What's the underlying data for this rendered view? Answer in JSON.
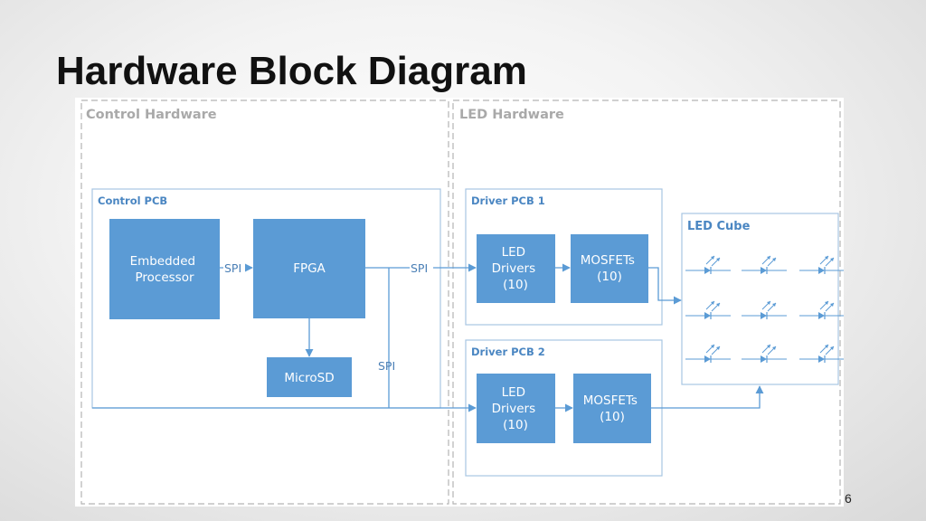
{
  "slide": {
    "title": "Hardware Block Diagram",
    "page_number": "6"
  },
  "diagram": {
    "regions": {
      "control": "Control Hardware",
      "led": "LED Hardware"
    },
    "control_pcb": {
      "label": "Control PCB",
      "embedded_processor": [
        "Embedded",
        "Processor"
      ],
      "fpga": "FPGA",
      "microsd": "MicroSD"
    },
    "driver_pcb_1": {
      "label": "Driver PCB 1",
      "led_drivers": [
        "LED",
        "Drivers",
        "(10)"
      ],
      "mosfets": [
        "MOSFETs",
        "(10)"
      ]
    },
    "driver_pcb_2": {
      "label": "Driver PCB 2",
      "led_drivers": [
        "LED",
        "Drivers",
        "(10)"
      ],
      "mosfets": [
        "MOSFETs",
        "(10)"
      ]
    },
    "led_cube": {
      "label": "LED Cube"
    },
    "connection_labels": {
      "proc_to_fpga": "SPI",
      "fpga_to_driver1": "SPI",
      "fpga_to_driver2": "SPI"
    },
    "colors": {
      "block_fill": "#5b9bd5",
      "pcb_frame": "#a8c6e2",
      "region_border": "#b5b5b5"
    }
  }
}
